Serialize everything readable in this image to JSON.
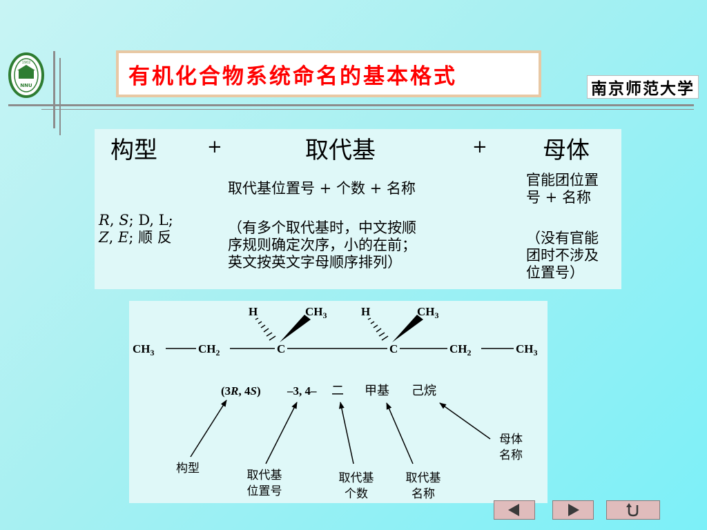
{
  "title": "有机化合物系统命名的基本格式",
  "university_logo": "南京师范大学",
  "logo_badge": {
    "top_text": "南京师范大学",
    "year": "1902",
    "short": "NNU",
    "ring_text": "NANJING NORMAL UNIVERSITY"
  },
  "table": {
    "header": {
      "col1": "构型",
      "plus1": "+",
      "col2": "取代基",
      "plus2": "+",
      "col3": "母体"
    },
    "substituent_format": "取代基位置号  +  个数  +  名称",
    "parent_format": [
      "官能团位置",
      "号  +  名称"
    ],
    "config_line1": {
      "r": "R",
      "sep1": ",",
      "s": "S",
      "rest": "; D, L;"
    },
    "config_line2": {
      "z": "Z",
      "sep1": ",",
      "e": "E",
      "rest": "; 顺 反"
    },
    "substituent_note": [
      "（有多个取代基时，中文按顺",
      "序规则确定次序，小的在前；",
      "英文按英文字母顺序排列）"
    ],
    "parent_note": [
      "（没有官能",
      "团时不涉及",
      "位置号）"
    ]
  },
  "structure": {
    "h_left": "H",
    "ch3_top_left": "CH",
    "h_right": "H",
    "ch3_top_right": "CH",
    "chain": [
      {
        "label": "CH",
        "sub": "3"
      },
      {
        "label": "CH",
        "sub": "2"
      },
      {
        "label": "C",
        "sub": ""
      },
      {
        "label": "C",
        "sub": ""
      },
      {
        "label": "CH",
        "sub": "2"
      },
      {
        "label": "CH",
        "sub": "3"
      }
    ],
    "sub_3": "3"
  },
  "name": {
    "open": "(3",
    "r": "R",
    "mid": ", 4",
    "s": "S",
    "close": ")",
    "locants": "–3, 4–",
    "count": "二",
    "substituent": "甲基",
    "parent": "己烷"
  },
  "callouts": {
    "config": "构型",
    "locant": [
      "取代基",
      "位置号"
    ],
    "count": [
      "取代基",
      "个数"
    ],
    "subname": [
      "取代基",
      "名称"
    ],
    "parent": [
      "母体",
      "名称"
    ]
  },
  "nav": {
    "prev": "prev-icon",
    "next": "next-icon",
    "return": "return-icon"
  },
  "colors": {
    "title_red": "#ff0000",
    "panel": "#dff8f8",
    "title_border": "#e8c8a4",
    "nav_button": "#e0bcbc"
  }
}
